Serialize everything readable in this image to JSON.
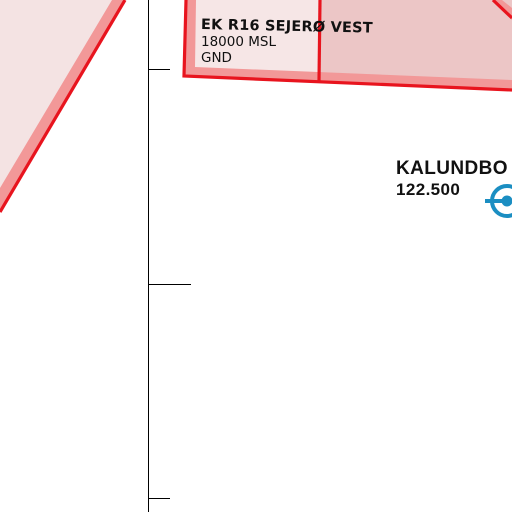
{
  "airspace": {
    "name": "EK R16 SEJERØ VEST",
    "upper_limit": "18000 MSL",
    "lower_limit": "GND",
    "fill_color": "#f0c8c8",
    "border_color": "#e8141e"
  },
  "station": {
    "name": "KALUNDBO",
    "frequency": "122.500",
    "icon": "radio-navaid-icon",
    "color": "#1b8ec2"
  },
  "scale": {
    "line_color": "#000000"
  }
}
